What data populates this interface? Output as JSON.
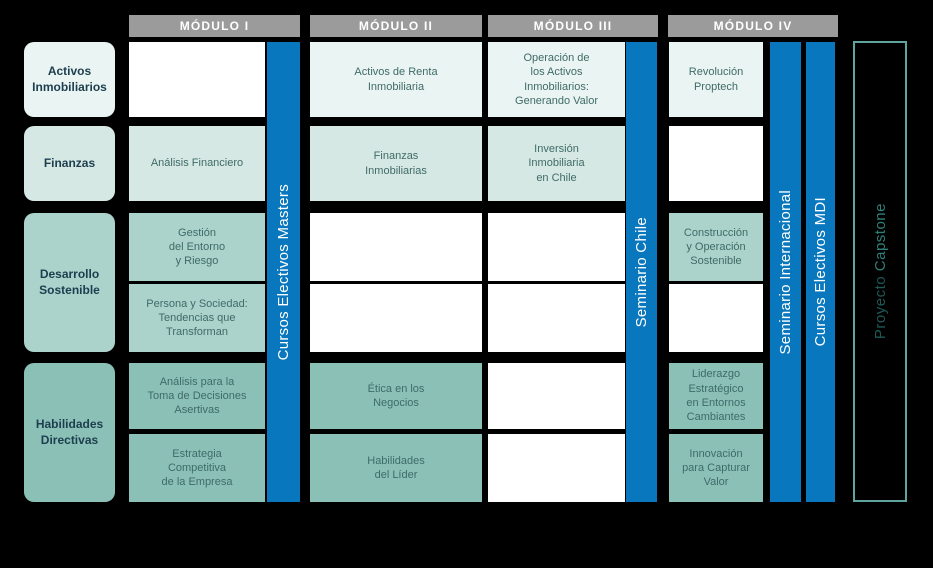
{
  "colors": {
    "background": "#000000",
    "module_header_bg": "#9b9b9b",
    "module_header_text": "#ffffff",
    "bar_blue": "#0877bd",
    "bar_text": "#ffffff",
    "tier1_bg": "#eaf4f2",
    "tier2_bg": "#d6e8e4",
    "tier3_bg": "#abd2cb",
    "tier4_bg": "#8bc0b7",
    "empty_cell_bg": "#ffffff",
    "cell_text": "#3f6b68",
    "row_label_text": "#1c3e4e",
    "capstone_border": "#5fa59e",
    "capstone_word1_color": "#1b5a57",
    "capstone_word2_color": "#2f807a"
  },
  "row_labels": [
    {
      "label": "Activos\nInmobiliarios"
    },
    {
      "label": "Finanzas"
    },
    {
      "label": "Desarrollo\nSostenible"
    },
    {
      "label": "Habilidades\nDirectivas"
    }
  ],
  "modules": [
    {
      "title": "MÓDULO I",
      "cells": [
        "",
        "Análisis Financiero",
        "Gestión\ndel Entorno\ny Riesgo",
        "Persona y Sociedad:\nTendencias que\nTransforman",
        "Análisis para la\nToma de Decisiones\nAsertivas",
        "Estrategia\nCompetitiva\nde la Empresa"
      ]
    },
    {
      "title": "MÓDULO II",
      "cells": [
        "Activos de Renta\nInmobiliaria",
        "Finanzas\nInmobiliarias",
        "",
        "",
        "Ética en los\nNegocios",
        "Habilidades\ndel Líder"
      ]
    },
    {
      "title": "MÓDULO III",
      "cells": [
        "Operación de\nlos Activos\nInmobiliarios:\nGenerando Valor",
        "Inversión\nInmobiliaria\nen Chile",
        "",
        "",
        "",
        ""
      ]
    },
    {
      "title": "MÓDULO IV",
      "cells": [
        "Revolución\nProptech",
        "",
        "Construcción\ny Operación\nSostenible",
        "",
        "Liderazgo\nEstratégico\nen Entornos\nCambiantes",
        "Innovación\npara Capturar\nValor"
      ]
    }
  ],
  "vertical_bars": [
    {
      "label": "Cursos Electivos Masters"
    },
    {
      "label": "Seminario Chile"
    },
    {
      "label": "Seminario Internacional"
    },
    {
      "label": "Cursos Electivos MDI"
    }
  ],
  "capstone": {
    "word1": "Proyecto",
    "word2": "Capstone"
  }
}
